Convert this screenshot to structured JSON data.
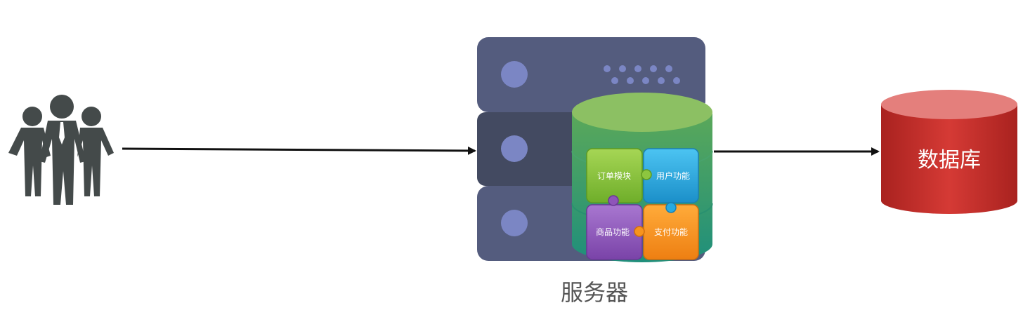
{
  "server": {
    "label": "服务器"
  },
  "database": {
    "label": "数据库"
  },
  "modules": {
    "order": "订单模块",
    "user": "用户功能",
    "product": "商品功能",
    "payment": "支付功能"
  },
  "icons": {
    "users": "people-group-icon",
    "server": "server-rack-icon",
    "database": "database-cylinder-icon"
  },
  "colors": {
    "server_top": "#545c7e",
    "server_mid": "#434a61",
    "server_light": "#7b86c4",
    "cylinder_green": "#7cbb55",
    "cylinder_teal": "#2e9e7b",
    "order": "#8dc63f",
    "user": "#27aae1",
    "product": "#8e55b9",
    "payment": "#f7941d",
    "database_red": "#c9302c",
    "people": "#444a4a"
  }
}
